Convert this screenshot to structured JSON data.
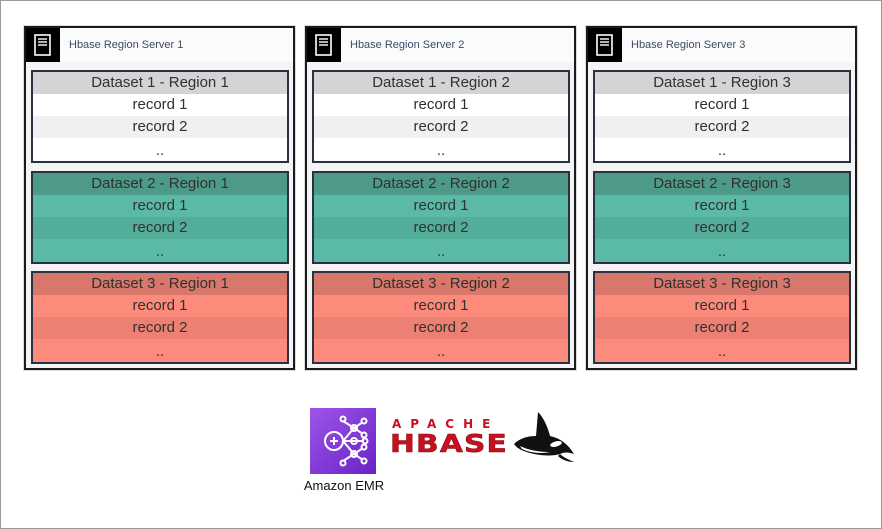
{
  "servers": [
    {
      "title": "Hbase Region Server 1",
      "regions": [
        {
          "name": "Dataset 1 - Region 1",
          "rows": [
            "record 1",
            "record 2",
            ".."
          ]
        },
        {
          "name": "Dataset 2 - Region 1",
          "rows": [
            "record 1",
            "record 2",
            ".."
          ]
        },
        {
          "name": "Dataset 3 - Region 1",
          "rows": [
            "record 1",
            "record 2",
            ".."
          ]
        }
      ]
    },
    {
      "title": "Hbase Region Server 2",
      "regions": [
        {
          "name": "Dataset 1 - Region 2",
          "rows": [
            "record 1",
            "record 2",
            ".."
          ]
        },
        {
          "name": "Dataset 2 - Region 2",
          "rows": [
            "record 1",
            "record 2",
            ".."
          ]
        },
        {
          "name": "Dataset 3 - Region 2",
          "rows": [
            "record 1",
            "record 2",
            ".."
          ]
        }
      ]
    },
    {
      "title": "Hbase Region Server 3",
      "regions": [
        {
          "name": "Dataset 1 - Region 3",
          "rows": [
            "record 1",
            "record 2",
            ".."
          ]
        },
        {
          "name": "Dataset 2 - Region 3",
          "rows": [
            "record 1",
            "record 2",
            ".."
          ]
        },
        {
          "name": "Dataset 3 - Region 3",
          "rows": [
            "record 1",
            "record 2",
            ".."
          ]
        }
      ]
    }
  ],
  "logos": {
    "emr_label": "Amazon EMR",
    "hbase_top": "APACHE",
    "hbase_main": "HBASE"
  },
  "colors": {
    "dataset1": "#ffffff",
    "dataset2": "#5bbaa7",
    "dataset3": "#fd8b7c",
    "hbase_red": "#c8101f",
    "emr_purple": "#8a3ffc"
  },
  "icons": {
    "server": "server-icon",
    "emr": "emr-cluster-icon",
    "hbase": "orca-icon"
  }
}
